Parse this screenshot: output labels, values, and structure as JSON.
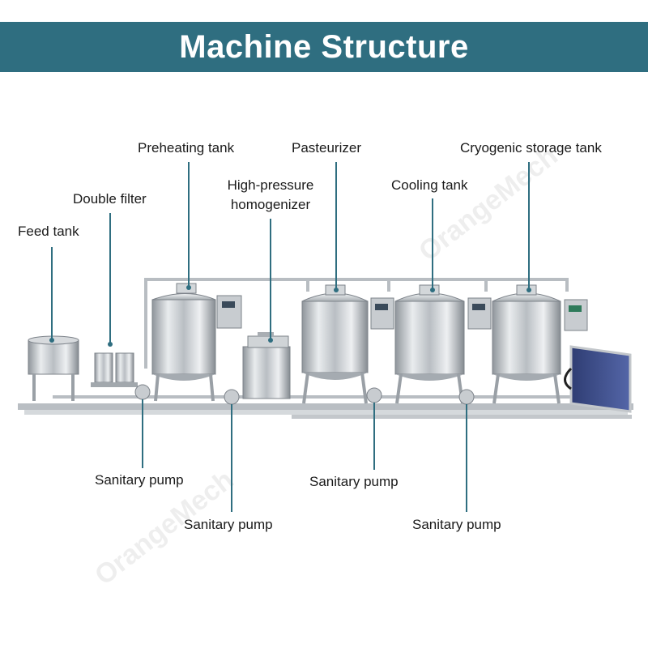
{
  "header": {
    "title": "Machine Structure",
    "background": "#2f6e80",
    "text_color": "#ffffff"
  },
  "labels": {
    "feed_tank": "Feed tank",
    "double_filter": "Double filter",
    "preheating_tank": "Preheating tank",
    "homogenizer": "High-pressure\nhomogenizer",
    "pasteurizer": "Pasteurizer",
    "cooling_tank": "Cooling tank",
    "cryogenic_tank": "Cryogenic storage tank",
    "pump_1": "Sanitary pump",
    "pump_2": "Sanitary pump",
    "pump_3": "Sanitary pump",
    "pump_4": "Sanitary pump"
  },
  "watermark": {
    "text": "OrangeMech"
  },
  "colors": {
    "leader_line": "#2f6e80",
    "steel": "#c9cdd1"
  }
}
